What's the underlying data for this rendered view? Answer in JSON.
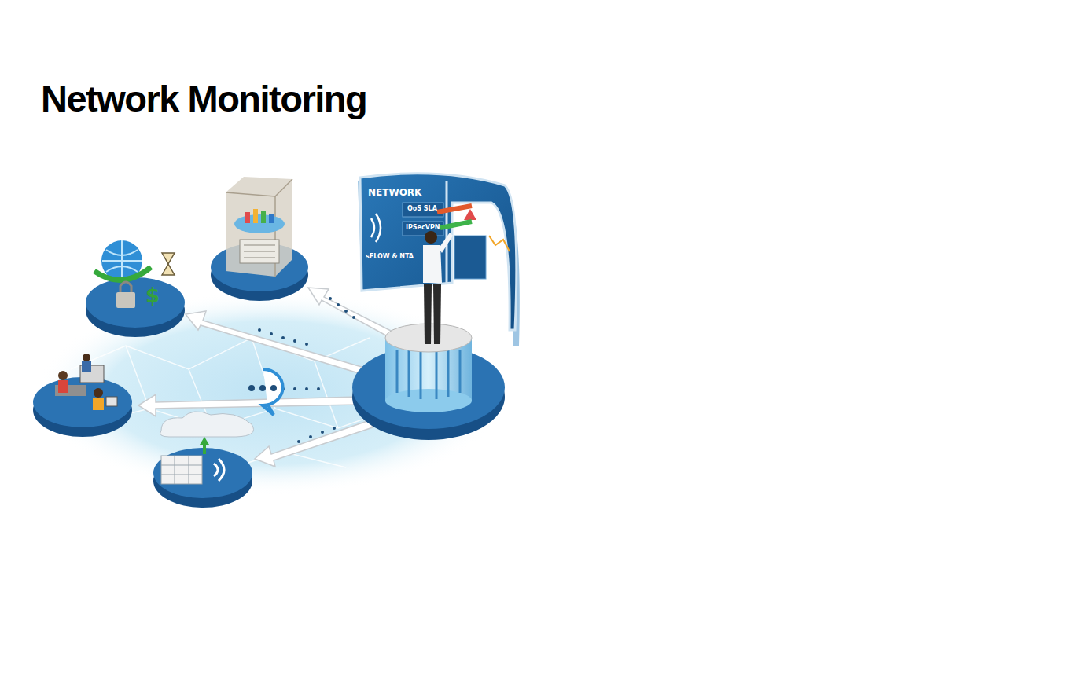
{
  "diagram": {
    "title": "Network Monitoring",
    "labels": [
      "NETWORK",
      "QoS SLA",
      "IPSecVPN",
      "sFLOW & NTA"
    ]
  }
}
